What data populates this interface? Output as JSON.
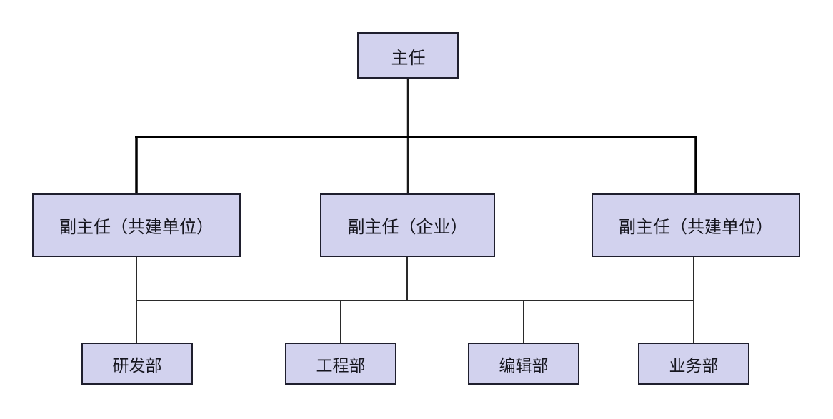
{
  "org_chart": {
    "title": "organization-structure-diagram",
    "root": {
      "label": "主任"
    },
    "level2": [
      {
        "label": "副主任（共建单位）"
      },
      {
        "label": "副主任（企业）"
      },
      {
        "label": "副主任（共建单位）"
      }
    ],
    "level3": [
      {
        "label": "研发部"
      },
      {
        "label": "工程部"
      },
      {
        "label": "编辑部"
      },
      {
        "label": "业务部"
      }
    ],
    "colors": {
      "box_fill": "#d2d2ee",
      "box_border": "#1f1f2e",
      "connector": "#1a1a1a",
      "background": "#ffffff"
    }
  }
}
